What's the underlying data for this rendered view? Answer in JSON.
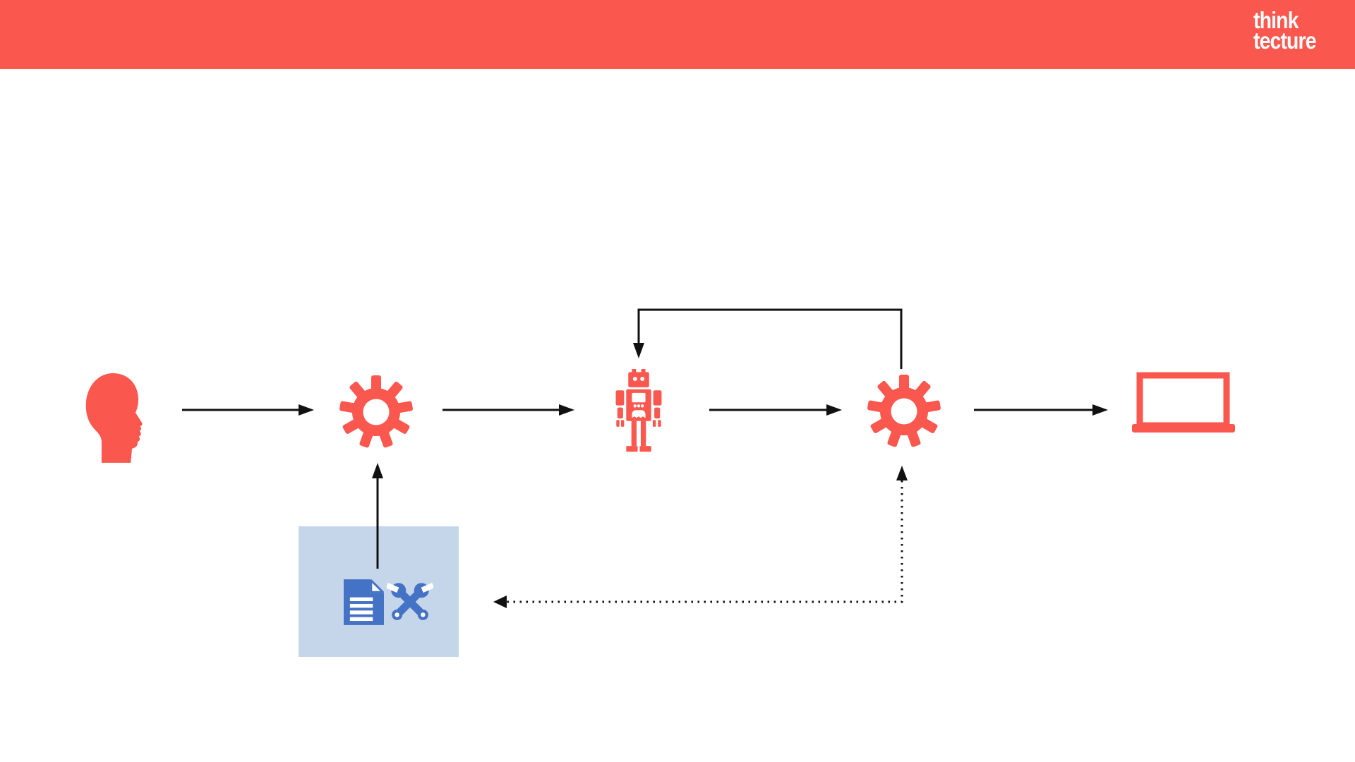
{
  "header": {
    "brand_line1": "think",
    "brand_line2": "tecture"
  },
  "colors": {
    "accent": "#FA574E",
    "iconblue": "#4472C4",
    "boxblue": "#C5D5EA",
    "ink": "#111111",
    "background": "#FFFFFF"
  },
  "diagram": {
    "nodes": [
      {
        "id": "user",
        "icon": "person-head-icon"
      },
      {
        "id": "process-1",
        "icon": "gear-icon"
      },
      {
        "id": "agent",
        "icon": "robot-icon"
      },
      {
        "id": "process-2",
        "icon": "gear-icon"
      },
      {
        "id": "client",
        "icon": "laptop-icon"
      }
    ],
    "resources_box": {
      "icons": [
        "document-icon",
        "crossed-wrenches-icon"
      ]
    },
    "connectors": [
      {
        "from": "user",
        "to": "process-1",
        "style": "solid-arrow"
      },
      {
        "from": "process-1",
        "to": "agent",
        "style": "solid-arrow"
      },
      {
        "from": "agent",
        "to": "process-2",
        "style": "solid-arrow"
      },
      {
        "from": "process-2",
        "to": "client",
        "style": "solid-arrow"
      },
      {
        "from": "process-2",
        "to": "agent",
        "style": "solid-loop-over-top"
      },
      {
        "from": "resources_box",
        "to": "process-1",
        "style": "solid-arrow-up"
      },
      {
        "from": "process-2",
        "to": "resources_box",
        "style": "dotted-elbow-double-arrow"
      }
    ]
  }
}
